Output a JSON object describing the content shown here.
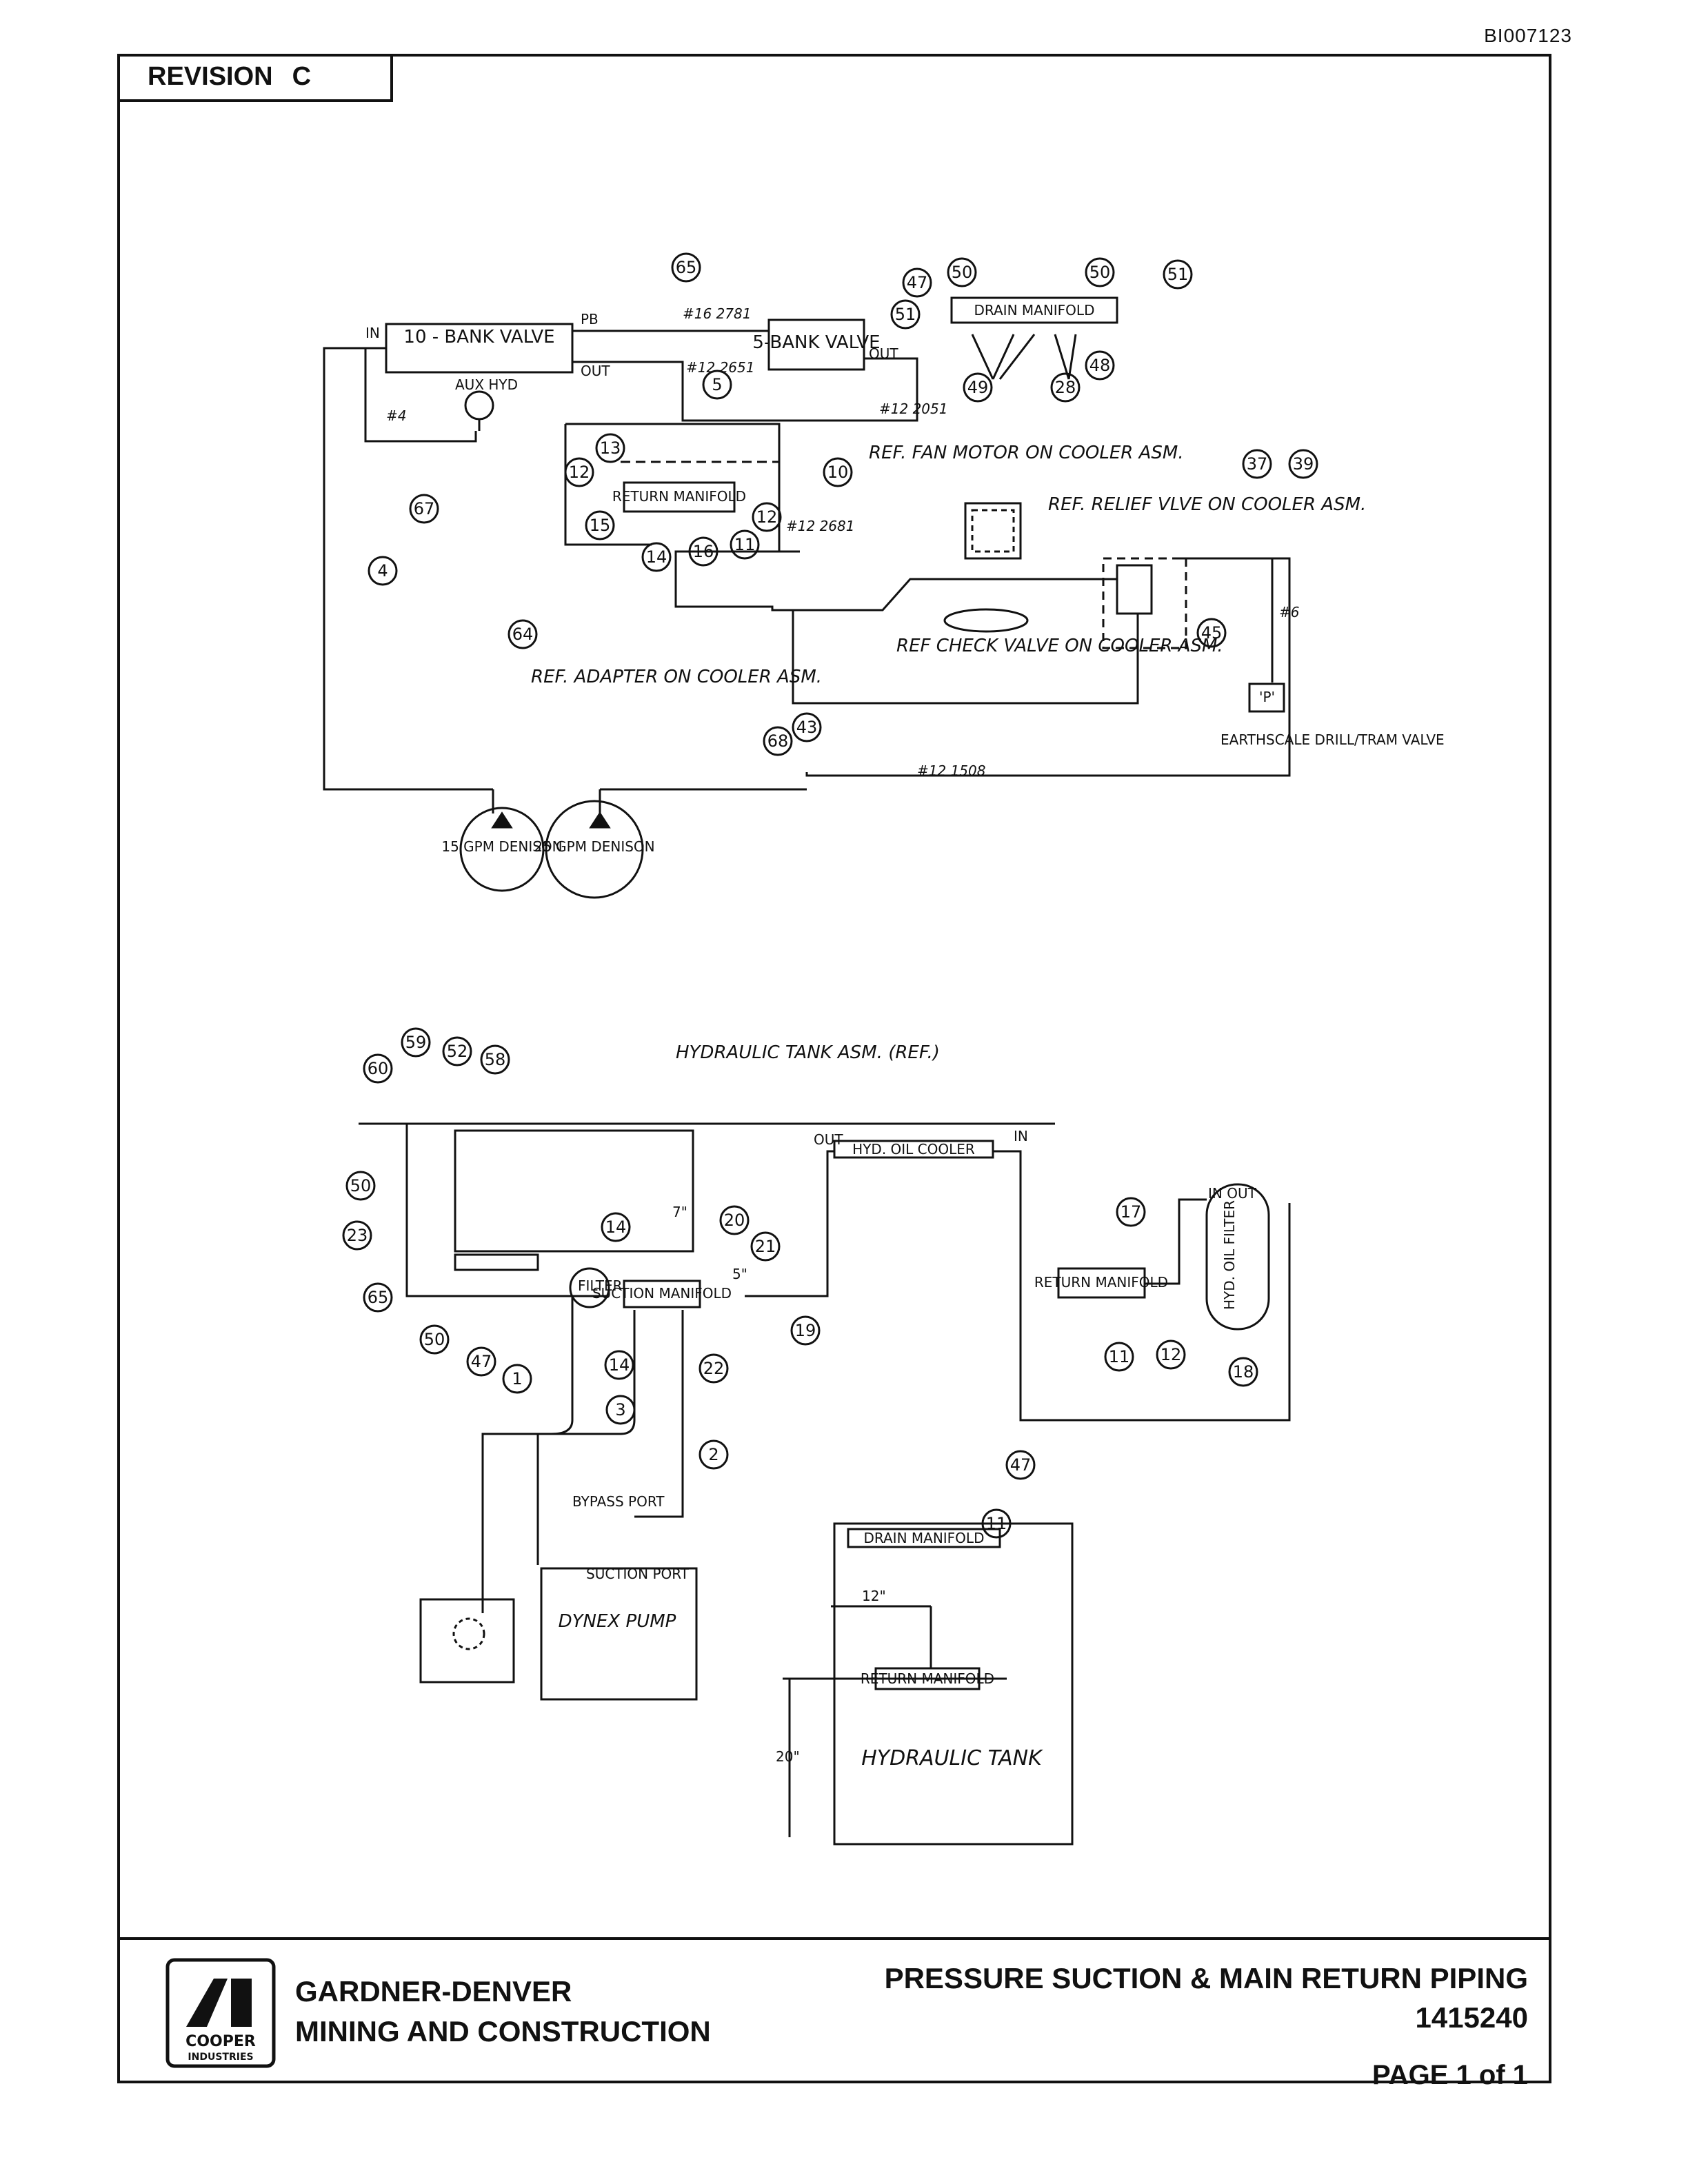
{
  "header": {
    "doc_id": "BI007123",
    "revision_label": "REVISION",
    "revision_value": "C"
  },
  "title_block": {
    "company_line1": "GARDNER-DENVER",
    "company_line2": "MINING AND CONSTRUCTION",
    "title": "PRESSURE SUCTION & MAIN RETURN PIPING",
    "part_number": "1415240",
    "page": "PAGE 1 of 1",
    "logo_text_1": "COOPER",
    "logo_text_2": "INDUSTRIES"
  },
  "diagram_top": {
    "valve_10bank": "10 - BANK VALVE",
    "valve_5bank": "5-BANK VALVE",
    "label_in": "IN",
    "label_out": "OUT",
    "label_pb": "PB",
    "label_aux": "AUX HYD",
    "hose_1": "#16 2781",
    "hose_2": "#12 2651",
    "hose_3": "#12 2051",
    "hose_4": "#12 2681",
    "hose_5": "#12 1508",
    "hose_6": "#4",
    "hose_7": "#6",
    "drain_manifold": "DRAIN MANIFOLD",
    "return_manifold": "RETURN MANIFOLD",
    "note_fan": "REF. FAN MOTOR ON COOLER ASM.",
    "note_relief": "REF. RELIEF VLVE ON COOLER ASM.",
    "note_check": "REF CHECK VALVE ON COOLER ASM.",
    "note_adapter": "REF. ADAPTER ON COOLER ASM.",
    "note_earthscale": "EARTHSCALE DRILL/TRAM VALVE",
    "p_label": "'P'",
    "pump_15": "15 GPM DENISON",
    "pump_25": "25 GPM DENISON",
    "callouts": [
      "65",
      "47",
      "50",
      "50",
      "51",
      "51",
      "49",
      "28",
      "48",
      "5",
      "10",
      "13",
      "12",
      "15",
      "14",
      "16",
      "11",
      "12",
      "67",
      "4",
      "64",
      "37",
      "39",
      "45",
      "68",
      "43"
    ]
  },
  "diagram_bottom": {
    "tank_note": "HYDRAULIC TANK ASM. (REF.)",
    "cooler": "HYD. OIL COOLER",
    "filter_small": "FILTER",
    "suction_manifold": "SUCTION MANIFOLD",
    "return_manifold": "RETURN MANIFOLD",
    "hyd_filter": "HYD. OIL FILTER",
    "in_out": "IN OUT",
    "bypass": "BYPASS PORT",
    "suction_port": "SUCTION PORT",
    "pump": "DYNEX PUMP",
    "drain_manifold": "DRAIN MANIFOLD",
    "tank": "HYDRAULIC TANK",
    "dim_7": "7\"",
    "dim_5": "5\"",
    "dim_12": "12\"",
    "dim_20": "20\"",
    "callouts": [
      "60",
      "59",
      "52",
      "58",
      "50",
      "23",
      "65",
      "50",
      "47",
      "14",
      "20",
      "21",
      "19",
      "14",
      "22",
      "1",
      "3",
      "2",
      "17",
      "11",
      "12",
      "18",
      "47",
      "11"
    ]
  }
}
